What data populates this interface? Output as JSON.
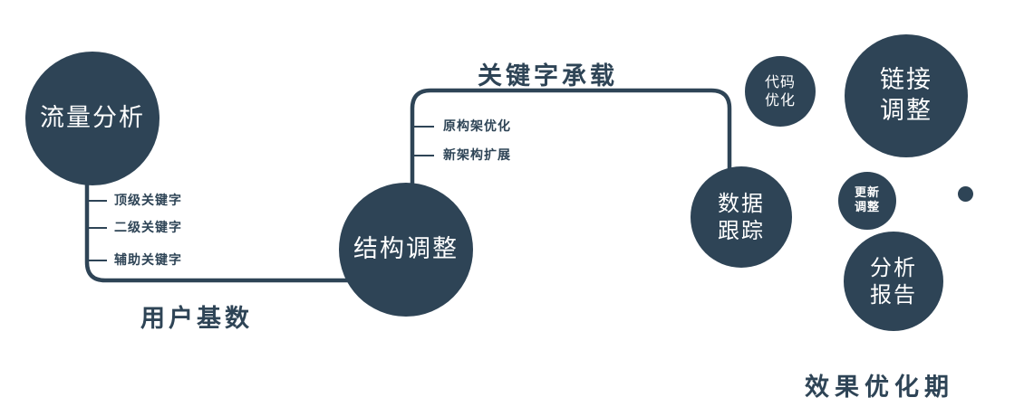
{
  "colors": {
    "node_fill": "#2e4456",
    "node_text": "#ffffff",
    "line": "#2e4456",
    "label_text": "#2e4456",
    "background": "#ffffff"
  },
  "nodes": {
    "traffic_analysis": {
      "label": "流量分析"
    },
    "structure_adjust": {
      "label": "结构调整"
    },
    "data_tracking": {
      "lines": [
        "数据",
        "跟踪"
      ]
    },
    "code_optimization": {
      "lines": [
        "代码",
        "优化"
      ]
    },
    "link_adjustment": {
      "lines": [
        "链接",
        "调整"
      ]
    },
    "update_adjustment": {
      "lines": [
        "更新",
        "调整"
      ]
    },
    "analysis_report": {
      "lines": [
        "分析",
        "报告"
      ]
    }
  },
  "edge_labels": {
    "keyword_carrying": "关键字承载",
    "user_base": "用户基数"
  },
  "stage_label": "效果优化期",
  "branches": {
    "traffic_keywords": [
      "顶级关键字",
      "二级关键字",
      "辅助关键字"
    ],
    "structure_items": [
      "原构架优化",
      "新架构扩展"
    ]
  }
}
